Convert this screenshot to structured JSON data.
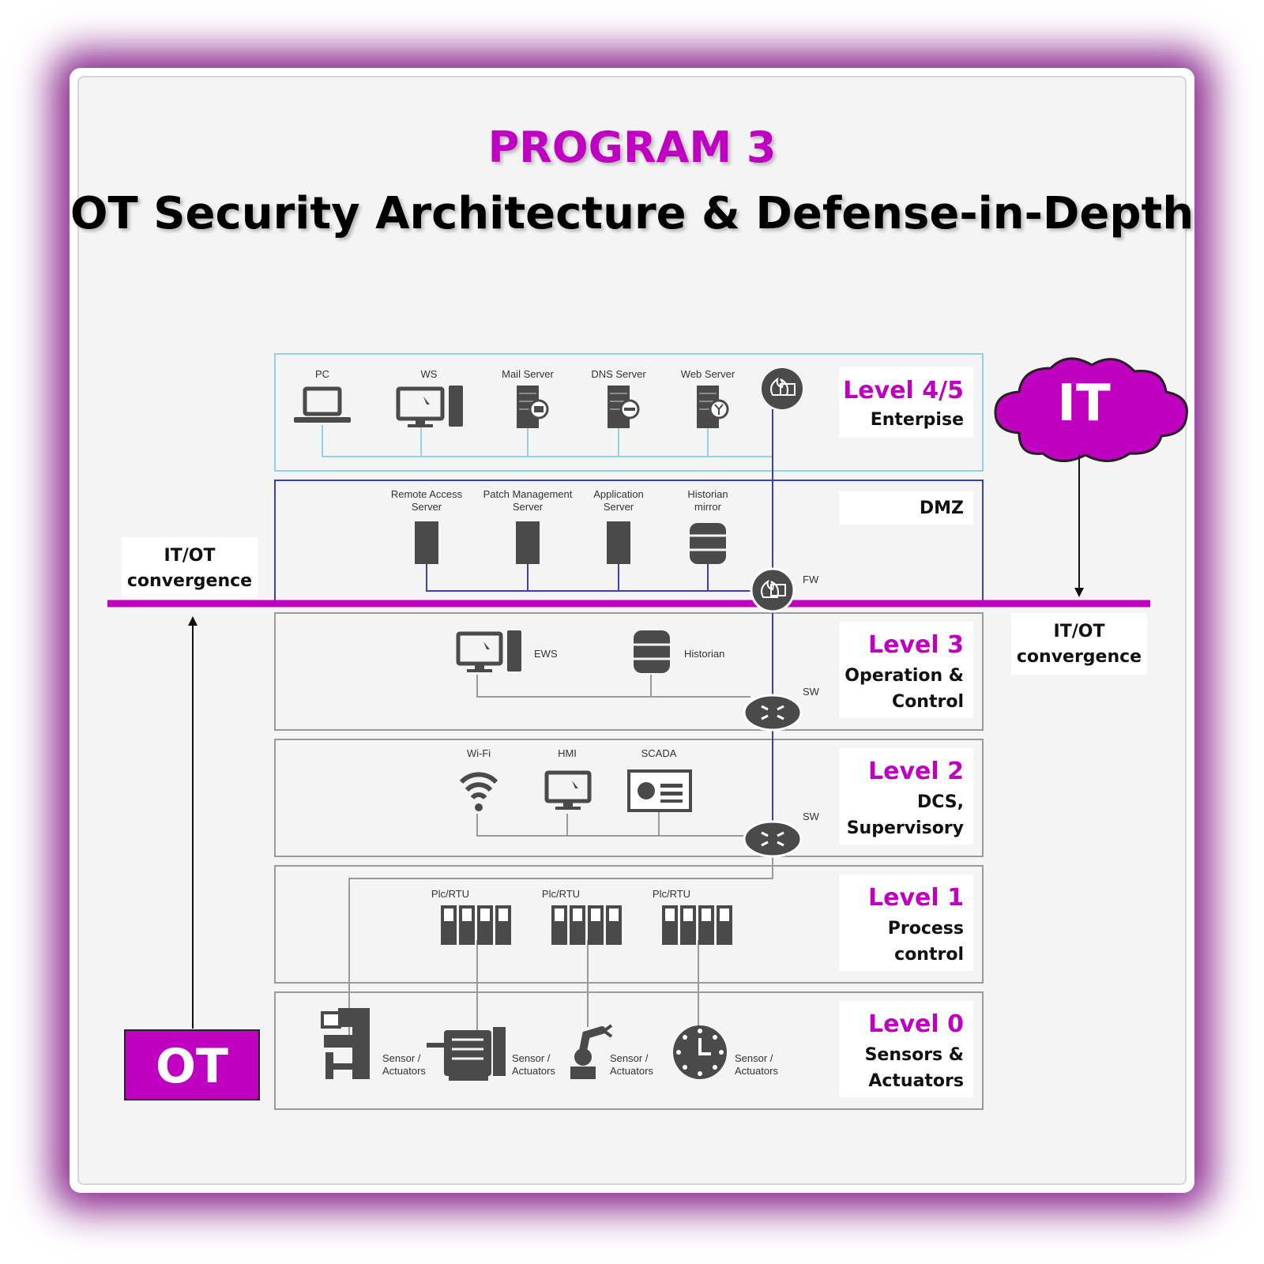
{
  "title": {
    "line1": "PROGRAM 3",
    "line2": "OT Security Architecture & Defense-in-Depth"
  },
  "colors": {
    "accent": "#c000c0",
    "network_line": "#3b3fbf",
    "enterprise_border": "#8fd3e8",
    "lines": "#9a9a9a"
  },
  "levels": [
    {
      "name": "Level 4/5",
      "desc1": "Enterpise",
      "desc2": ""
    },
    {
      "name": "",
      "desc1": "DMZ",
      "desc2": ""
    },
    {
      "name": "Level 3",
      "desc1": "Operation &",
      "desc2": "Control"
    },
    {
      "name": "Level 2",
      "desc1": "DCS,",
      "desc2": "Supervisory"
    },
    {
      "name": "Level 1",
      "desc1": "Process",
      "desc2": "control"
    },
    {
      "name": "Level 0",
      "desc1": "Sensors &",
      "desc2": "Actuators"
    }
  ],
  "enterprise_devices": [
    "PC",
    "WS",
    "Mail Server",
    "DNS Server",
    "Web Server"
  ],
  "dmz_devices": [
    [
      "Remote Access",
      "Server"
    ],
    [
      "Patch Management",
      "Server"
    ],
    [
      "Application",
      "Server"
    ],
    [
      "Historian",
      "mirror"
    ]
  ],
  "level3_devices": [
    "EWS",
    "Historian"
  ],
  "level2_devices": [
    "Wi-Fi",
    "HMI",
    "SCADA"
  ],
  "level1_devices": [
    "Plc/RTU",
    "Plc/RTU",
    "Plc/RTU"
  ],
  "level0_devices": [
    [
      "Sensor /",
      "Actuators"
    ],
    [
      "Sensor /",
      "Actuators"
    ],
    [
      "Sensor /",
      "Actuators"
    ],
    [
      "Sensor /",
      "Actuators"
    ]
  ],
  "network_labels": {
    "fw": "FW",
    "sw1": "SW",
    "sw2": "SW"
  },
  "it_label": "IT",
  "ot_label": "OT",
  "convergence_left": [
    "IT/OT",
    "convergence"
  ],
  "convergence_right": [
    "IT/OT",
    "convergence"
  ]
}
